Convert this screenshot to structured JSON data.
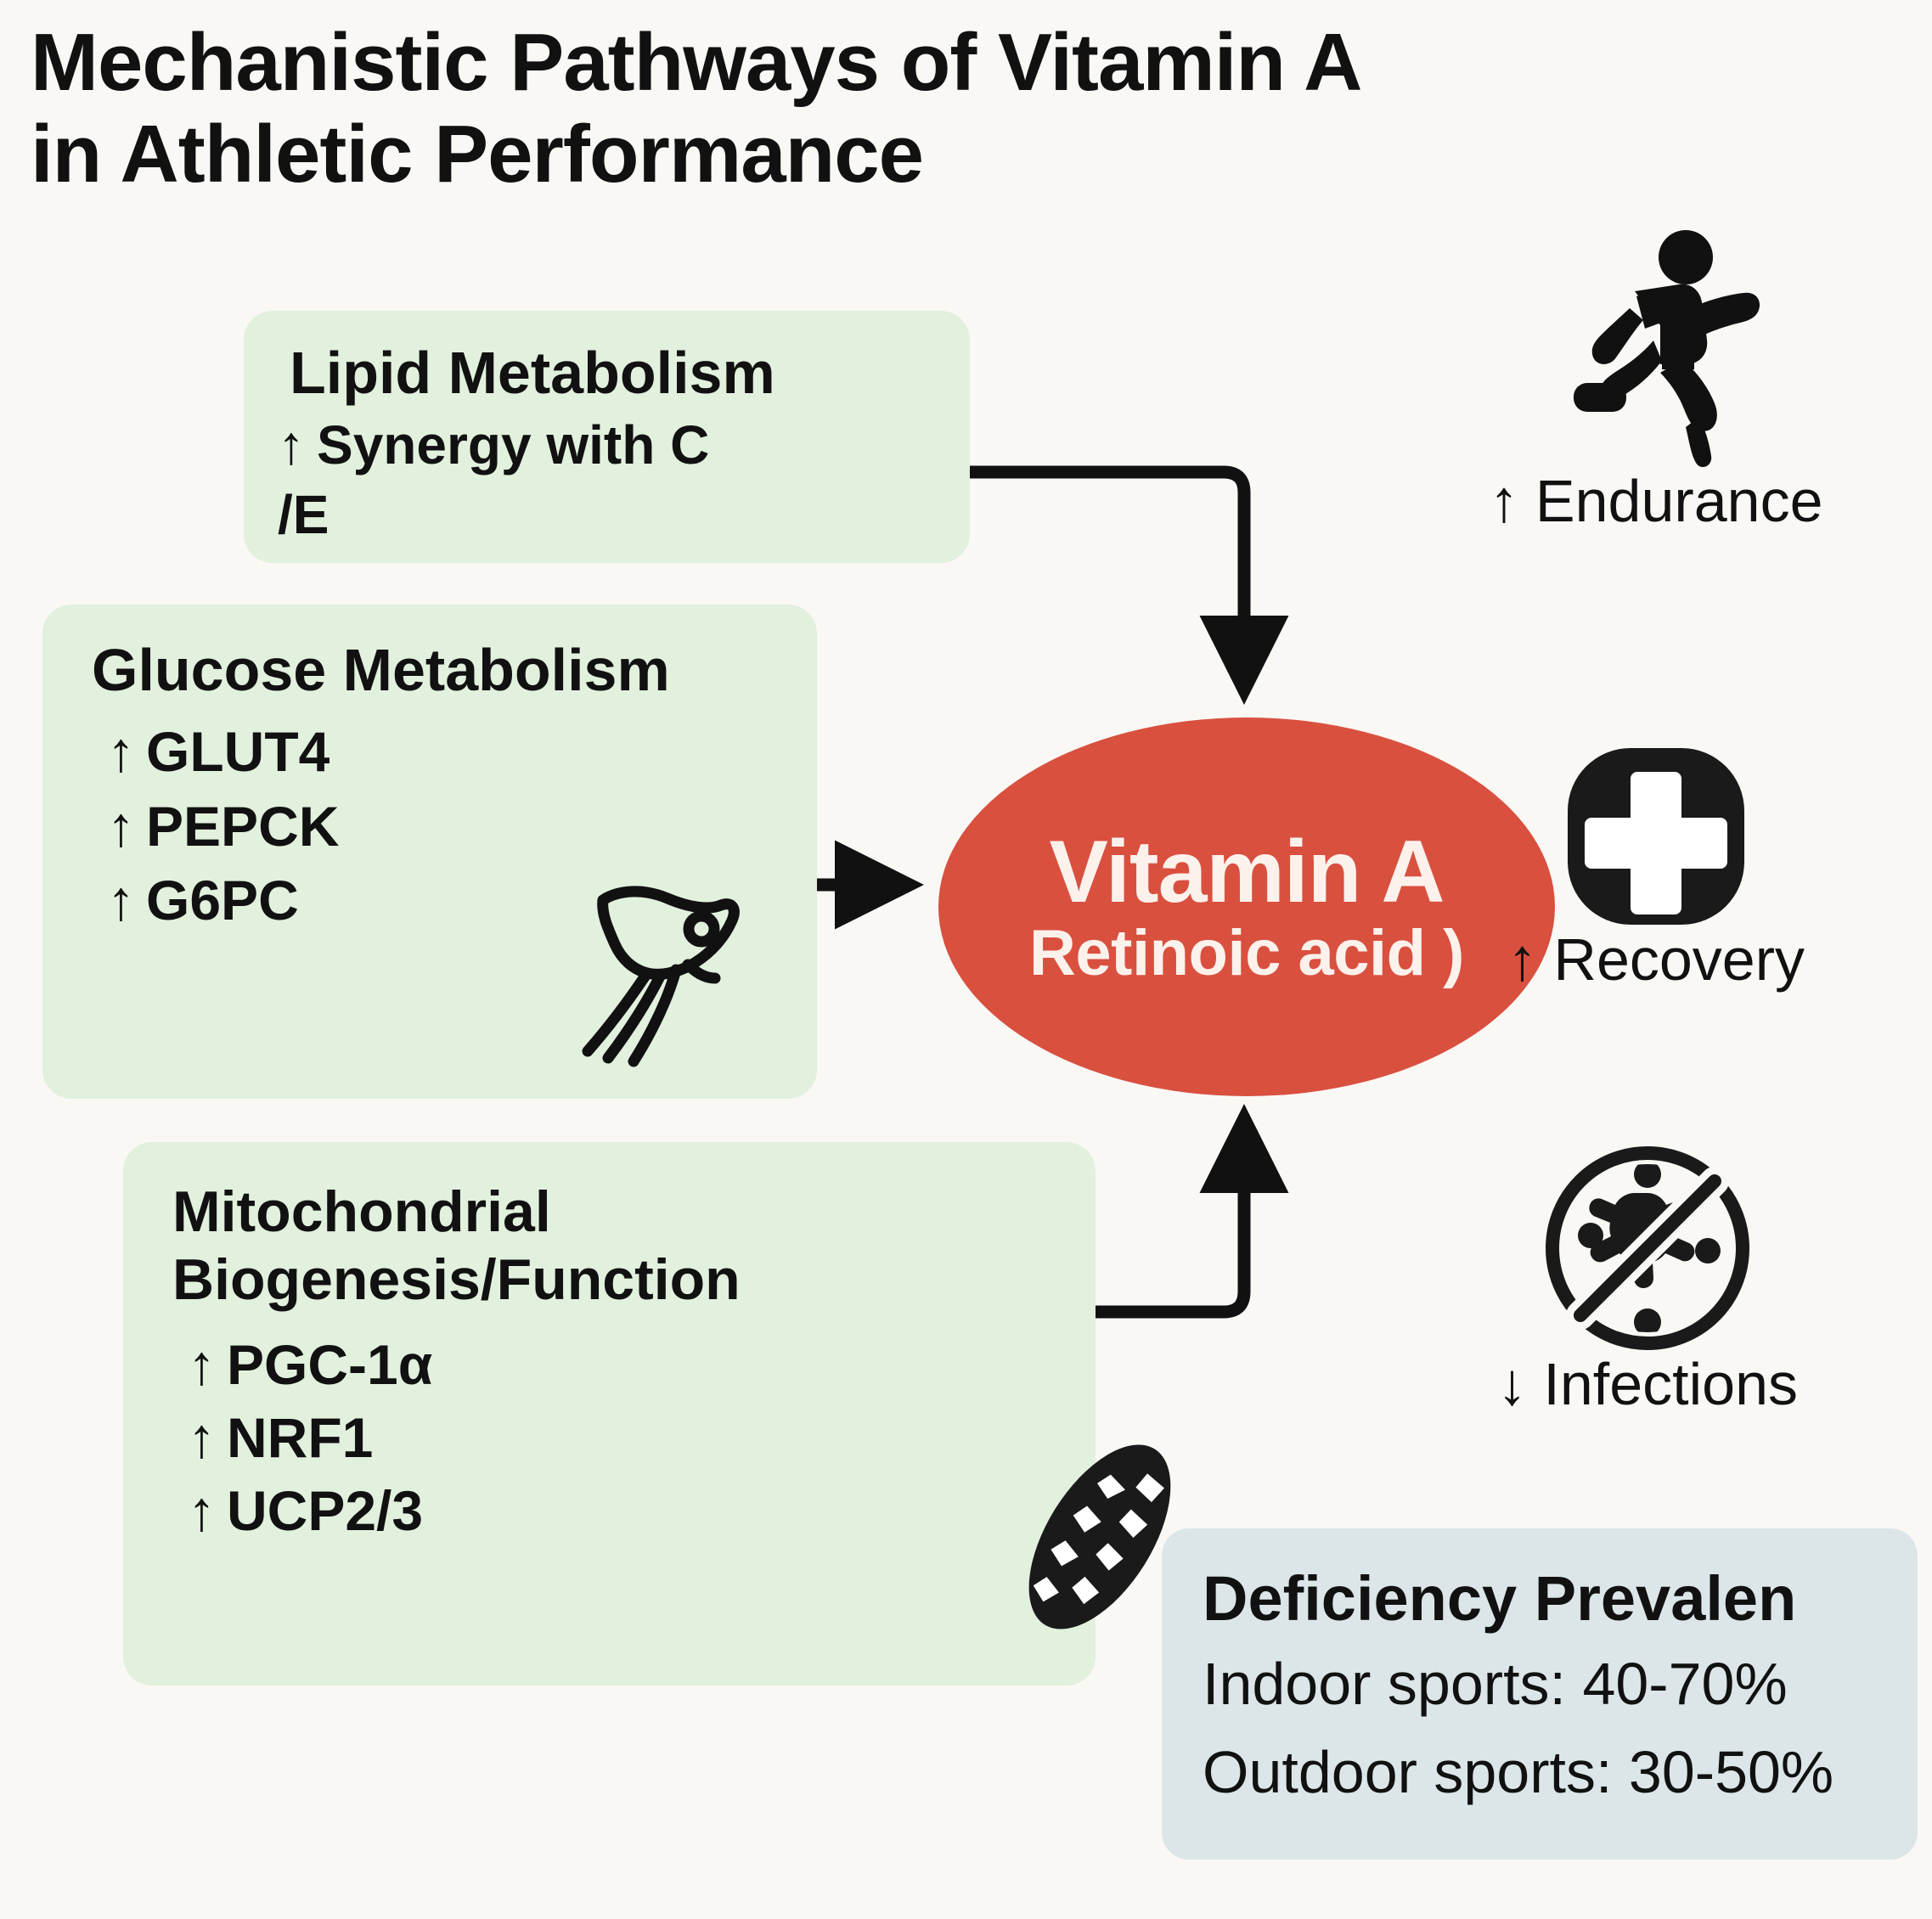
{
  "title": {
    "line1": "Mechanistic Pathways of Vitamin A",
    "line2": "in Athletic Performance"
  },
  "colors": {
    "background": "#faf8f5",
    "pathway_box": "#e2f0de",
    "center_node": "#d9503f",
    "center_text": "#fdf1ec",
    "deficiency_box": "#dce6e9",
    "ink": "#111111"
  },
  "pathways": [
    {
      "id": "lipid",
      "title": "Lipid Metabolism",
      "items": [
        {
          "arrow": "↑",
          "label": "Synergy with C"
        },
        {
          "arrow": "",
          "label": "/E"
        }
      ],
      "icon": ""
    },
    {
      "id": "glucose",
      "title": "Glucose Metabolism",
      "items": [
        {
          "arrow": "↑",
          "label": "GLUT4"
        },
        {
          "arrow": "↑",
          "label": "PEPCK"
        },
        {
          "arrow": "↑",
          "label": "G6PC"
        }
      ],
      "icon": "muscle-icon"
    },
    {
      "id": "mitochondrial",
      "title": "Mitochondrial\nBiogenesis/Function",
      "items": [
        {
          "arrow": "↑",
          "label": "PGC-1α"
        },
        {
          "arrow": "↑",
          "label": "NRF1"
        },
        {
          "arrow": "↑",
          "label": "UCP2/3"
        }
      ],
      "icon": "mitochondrion-icon"
    }
  ],
  "center": {
    "line1": "Vitamin A",
    "line2": "Retinoic acid )"
  },
  "outcomes": [
    {
      "id": "endurance",
      "icon": "running-person-icon",
      "arrow": "↑",
      "label": "Endurance"
    },
    {
      "id": "recovery",
      "icon": "medical-cross-icon",
      "arrow": "↑",
      "label": "Recovery"
    },
    {
      "id": "infections",
      "icon": "no-virus-icon",
      "arrow": "↓",
      "label": "Infections"
    }
  ],
  "deficiency": {
    "title": "Deficiency Prevalen",
    "rows": [
      "Indoor sports: 40-70%",
      "Outdoor sports: 30-50%"
    ]
  },
  "chart_data": {
    "type": "diagram",
    "title": "Mechanistic Pathways of Vitamin A in Athletic Performance",
    "nodes": [
      {
        "id": "lipid",
        "label": "Lipid Metabolism",
        "sublabels": [
          "↑ Synergy with C /E"
        ]
      },
      {
        "id": "glucose",
        "label": "Glucose Metabolism",
        "sublabels": [
          "↑ GLUT4",
          "↑ PEPCK",
          "↑ G6PC"
        ]
      },
      {
        "id": "mitochondrial",
        "label": "Mitochondrial Biogenesis/Function",
        "sublabels": [
          "↑ PGC-1α",
          "↑ NRF1",
          "↑ UCP2/3"
        ]
      },
      {
        "id": "vitamin_a",
        "label": "Vitamin A (Retinoic acid)"
      },
      {
        "id": "endurance",
        "label": "↑ Endurance"
      },
      {
        "id": "recovery",
        "label": "↑ Recovery"
      },
      {
        "id": "infections",
        "label": "↓ Infections"
      }
    ],
    "edges": [
      {
        "from": "lipid",
        "to": "vitamin_a"
      },
      {
        "from": "glucose",
        "to": "vitamin_a"
      },
      {
        "from": "mitochondrial",
        "to": "vitamin_a"
      }
    ],
    "annotations": [
      "Deficiency Prevalen",
      "Indoor sports: 40-70%",
      "Outdoor sports: 30-50%"
    ]
  }
}
